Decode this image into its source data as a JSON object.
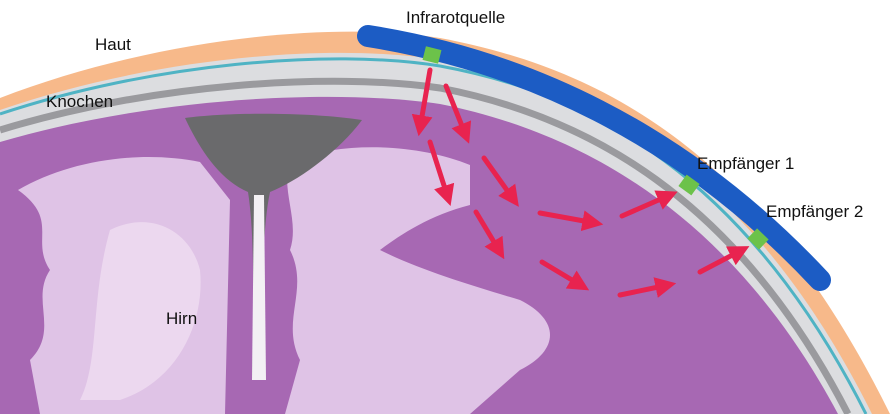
{
  "labels": {
    "source": "Infrarotquelle",
    "skin": "Haut",
    "bone": "Knochen",
    "receiver1": "Empfänger 1",
    "receiver2": "Empfänger 2",
    "brain": "Hirn"
  },
  "colors": {
    "skin": "#f7b98a",
    "bone": "#dcdde0",
    "membrane": "#4fb3c4",
    "dura": "#9a9a9e",
    "brain": "#a768b3",
    "brain_light": "#dfc3e6",
    "fissure": "#6a6a6c",
    "probe": "#1c5cc4",
    "sensor": "#6cc24a",
    "arrow": "#e8234f"
  },
  "icons": [
    "infrared-source-icon",
    "receiver-icon",
    "light-path-arrow-icon"
  ]
}
